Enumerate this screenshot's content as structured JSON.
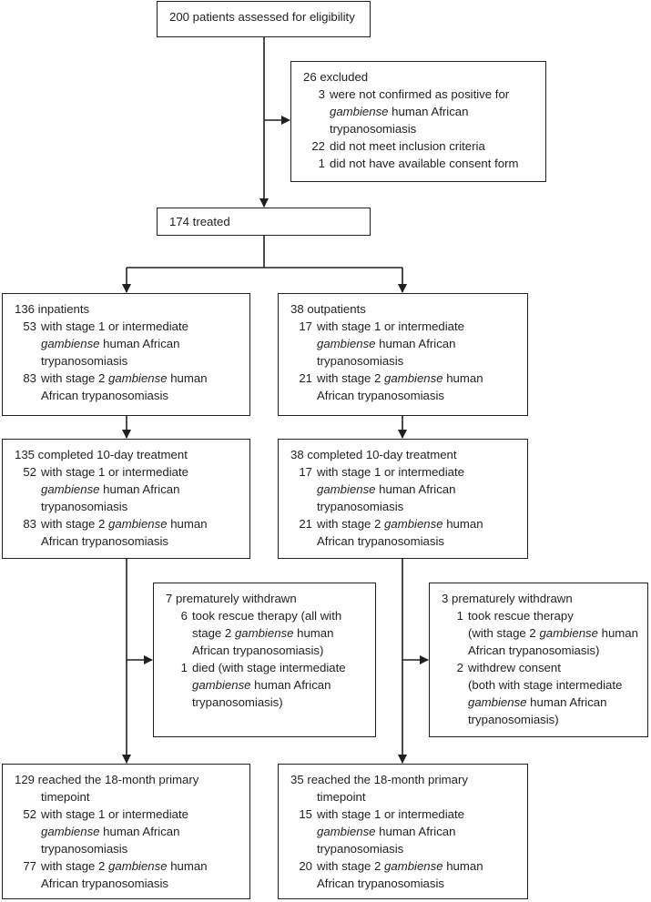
{
  "boxes": {
    "assessed": {
      "text": "200 patients assessed for eligibility"
    },
    "excluded": {
      "heading": "26 excluded",
      "items": [
        {
          "n": "3",
          "lines": [
            "were not confirmed as positive for",
            "<i>gambiense</i> human African",
            "trypanosomiasis"
          ]
        },
        {
          "n": "22",
          "lines": [
            "did not meet inclusion criteria"
          ]
        },
        {
          "n": "1",
          "lines": [
            "did not have available consent form"
          ]
        }
      ]
    },
    "treated": {
      "text": "174 treated"
    },
    "inpatients": {
      "heading": "136 inpatients",
      "items": [
        {
          "n": "53",
          "lines": [
            "with stage 1 or intermediate",
            "<i>gambiense</i> human African",
            "trypanosomiasis"
          ]
        },
        {
          "n": "83",
          "lines": [
            "with stage 2 <i>gambiense</i> human",
            "African trypanosomiasis"
          ]
        }
      ]
    },
    "outpatients": {
      "heading": "38 outpatients",
      "items": [
        {
          "n": "17",
          "lines": [
            "with stage 1 or intermediate",
            "<i>gambiense</i> human African",
            "trypanosomiasis"
          ]
        },
        {
          "n": "21",
          "lines": [
            "with stage 2 <i>gambiense</i> human",
            "African trypanosomiasis"
          ]
        }
      ]
    },
    "in_completed": {
      "heading": "135 completed 10-day treatment",
      "items": [
        {
          "n": "52",
          "lines": [
            "with stage 1 or intermediate",
            "<i>gambiense</i> human African",
            "trypanosomiasis"
          ]
        },
        {
          "n": "83",
          "lines": [
            "with stage 2 <i>gambiense</i> human",
            "African trypanosomiasis"
          ]
        }
      ]
    },
    "out_completed": {
      "heading": "38 completed 10-day treatment",
      "items": [
        {
          "n": "17",
          "lines": [
            "with stage 1 or intermediate",
            "<i>gambiense</i> human African",
            "trypanosomiasis"
          ]
        },
        {
          "n": "21",
          "lines": [
            "with stage 2 <i>gambiense</i> human",
            "African trypanosomiasis"
          ]
        }
      ]
    },
    "in_withdrawn": {
      "heading": "7 prematurely withdrawn",
      "items": [
        {
          "n": "6",
          "lines": [
            "took rescue therapy (all with",
            "stage 2 <i>gambiense</i> human",
            "African trypanosomiasis)"
          ]
        },
        {
          "n": "1",
          "lines": [
            "died (with stage intermediate",
            "<i>gambiense</i> human African",
            "trypanosomiasis)"
          ]
        }
      ]
    },
    "out_withdrawn": {
      "heading": "3 prematurely withdrawn",
      "items": [
        {
          "n": "1",
          "lines": [
            "took rescue therapy",
            "(with stage 2 <i>gambiense</i> human",
            "African trypanosomiasis)"
          ]
        },
        {
          "n": "2",
          "lines": [
            "withdrew consent",
            "(both with stage intermediate",
            "<i>gambiense</i> human African",
            "trypanosomiasis)"
          ]
        }
      ]
    },
    "in_primary": {
      "heading": [
        "129 reached the 18-month primary",
        "timepoint"
      ],
      "items": [
        {
          "n": "52",
          "lines": [
            "with stage 1 or intermediate",
            "<i>gambiense</i> human African",
            "trypanosomiasis"
          ]
        },
        {
          "n": "77",
          "lines": [
            "with stage 2 <i>gambiense</i> human",
            "African trypanosomiasis"
          ]
        }
      ]
    },
    "out_primary": {
      "heading": [
        "35 reached the 18-month primary",
        "timepoint"
      ],
      "items": [
        {
          "n": "15",
          "lines": [
            "with stage 1 or intermediate",
            "<i>gambiense</i> human African",
            "trypanosomiasis"
          ]
        },
        {
          "n": "20",
          "lines": [
            "with stage 2 <i>gambiense</i> human",
            "African trypanosomiasis"
          ]
        }
      ]
    }
  }
}
